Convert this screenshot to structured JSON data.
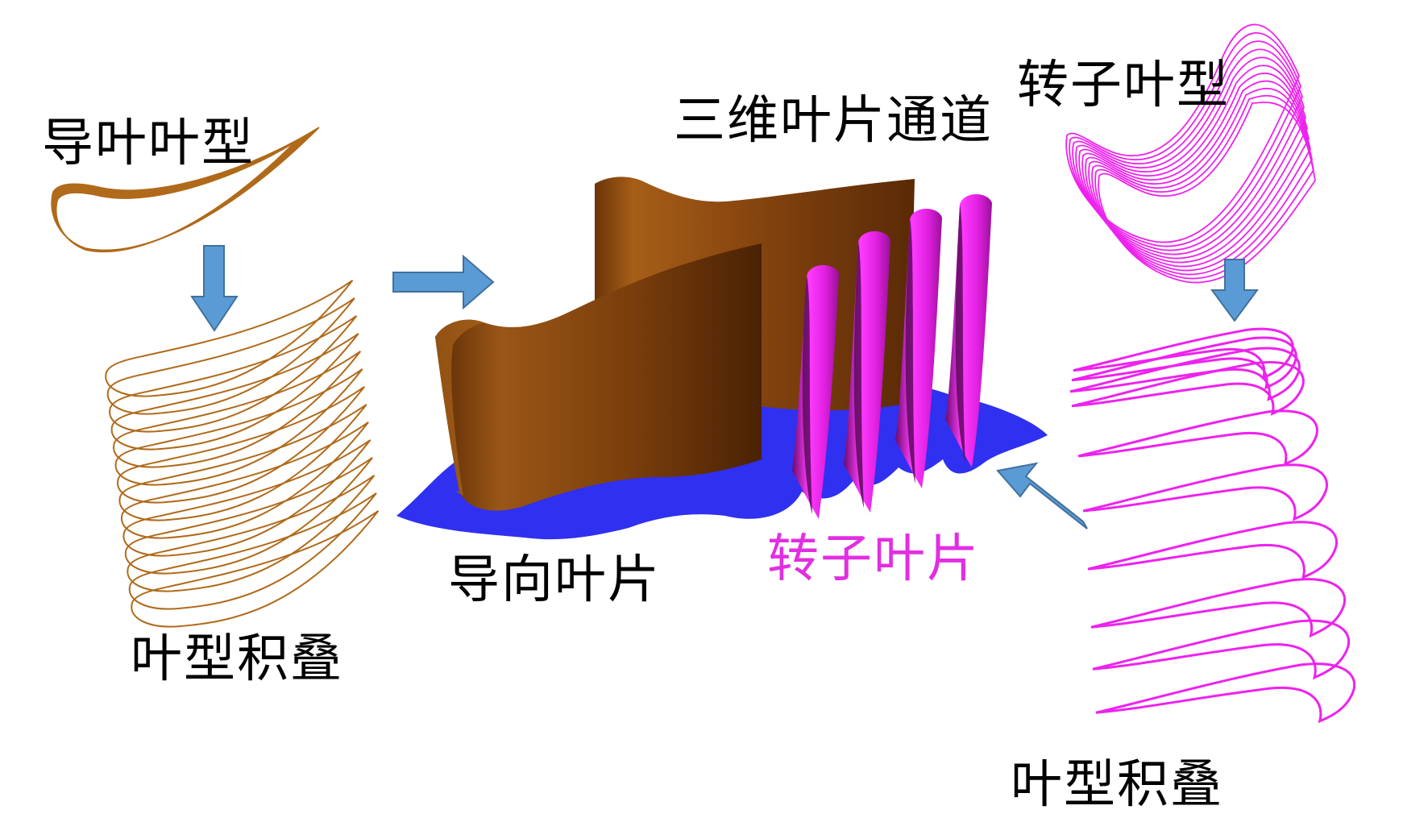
{
  "labels": {
    "guide_profile": "导叶叶型",
    "guide_stack": "叶型积叠",
    "passage_3d": "三维叶片通道",
    "guide_blade": "导向叶片",
    "rotor_blade": "转子叶片",
    "rotor_profile": "转子叶型",
    "rotor_stack": "叶型积叠"
  },
  "colors": {
    "text": "#000000",
    "rotor_text": "#e22ee2",
    "guide": "#b06a1a",
    "guide_dark": "#6b3408",
    "guide_mid": "#8a4710",
    "rotor": "#ee22ee",
    "rotor_dark": "#5a0a5a",
    "hub": "#3030f0",
    "arrow": "#5b9bd5",
    "arrow_edge": "#41719c"
  },
  "icons": [
    "arrow-down-icon",
    "arrow-right-icon",
    "arrow-up-left-icon"
  ]
}
